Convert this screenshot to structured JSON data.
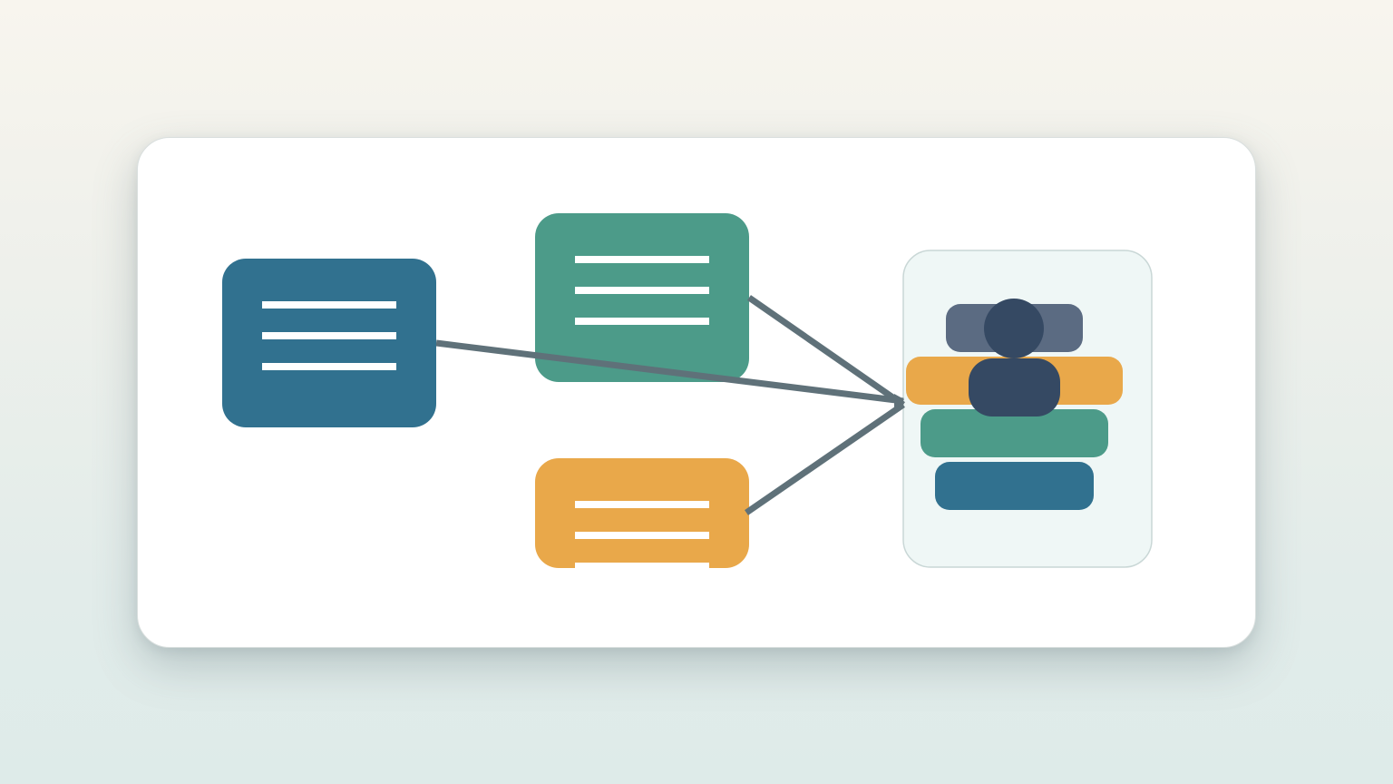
{
  "colors": {
    "blue": "#31718f",
    "green": "#4c9b89",
    "orange": "#e9a84a",
    "slate": "#5b6b82",
    "navy": "#354963",
    "connector": "#5f7179",
    "stack_bg": "#eff7f6",
    "stack_border": "#c9d7d6",
    "line": "#ffffff"
  },
  "nodes": [
    {
      "id": "source-blue",
      "color": "blue",
      "line_count": 3
    },
    {
      "id": "source-green",
      "color": "green",
      "line_count": 3
    },
    {
      "id": "source-orange",
      "color": "orange",
      "line_count": 2
    }
  ],
  "target": {
    "id": "stacked-layers",
    "layers": [
      "slate",
      "orange",
      "green",
      "blue"
    ],
    "icon": "person-icon"
  },
  "connectors": [
    {
      "from": "source-blue",
      "to": "stacked-layers"
    },
    {
      "from": "source-green",
      "to": "stacked-layers"
    },
    {
      "from": "source-orange",
      "to": "stacked-layers"
    }
  ]
}
